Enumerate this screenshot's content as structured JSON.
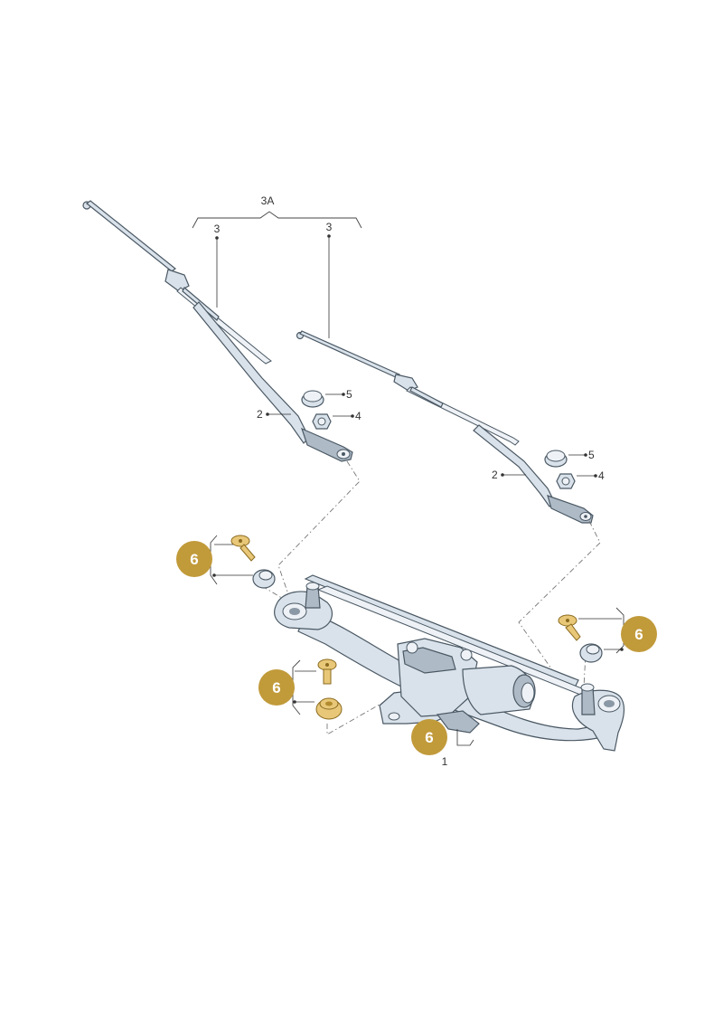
{
  "colors": {
    "badge": "#c19a3a",
    "badge_text": "#ffffff",
    "metal": "#d9e2ea",
    "outline": "#4a5864",
    "gold_part": "#e8c878"
  },
  "labels": {
    "group_3A": "3A",
    "arm_left": "3",
    "arm_right": "3",
    "cap_left": "5",
    "nut_left": "4",
    "shaft_left": "2",
    "cap_right": "5",
    "nut_right": "4",
    "shaft_right": "2",
    "linkage": "1"
  },
  "badges": [
    "6",
    "6",
    "6",
    "6"
  ]
}
